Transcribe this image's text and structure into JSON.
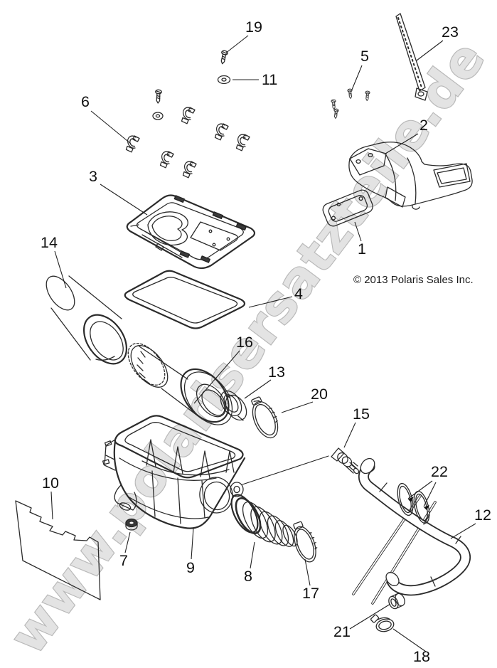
{
  "diagram": {
    "watermark": "www.polarisersatzteile.de",
    "copyright": "© 2013 Polaris Sales Inc.",
    "callouts": {
      "c1": "1",
      "c2": "2",
      "c3": "3",
      "c4": "4",
      "c5": "5",
      "c6": "6",
      "c7": "7",
      "c8": "8",
      "c9": "9",
      "c10": "10",
      "c11": "11",
      "c12": "12",
      "c13": "13",
      "c14": "14",
      "c15": "15",
      "c16": "16",
      "c17": "17",
      "c18": "18",
      "c19": "19",
      "c20": "20",
      "c21": "21",
      "c22": "22",
      "c23": "23"
    }
  }
}
